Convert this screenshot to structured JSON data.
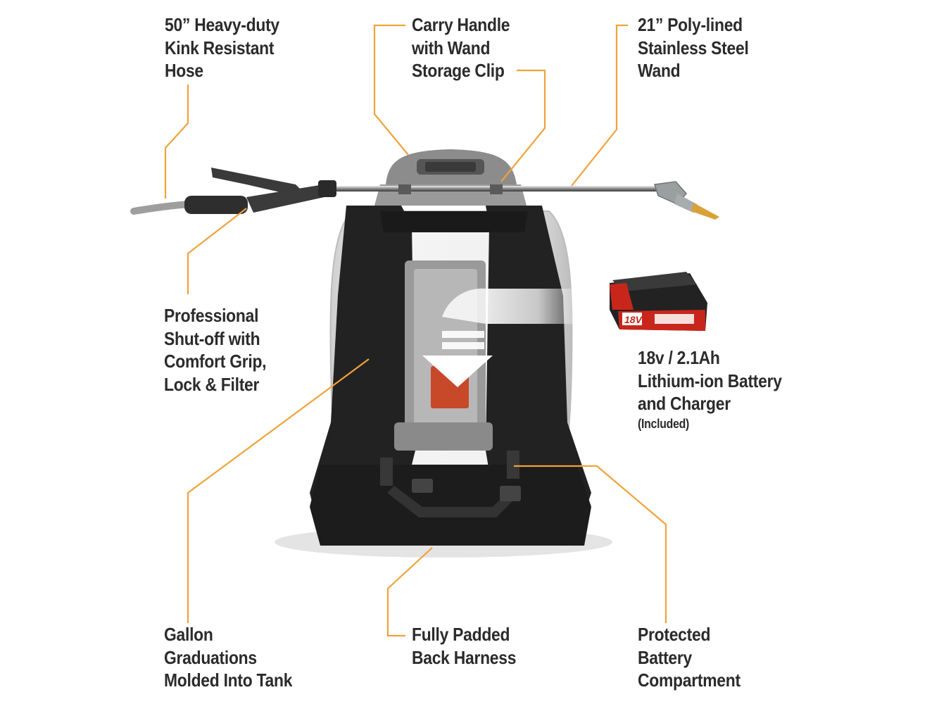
{
  "callouts": {
    "hose": [
      "50” Heavy-duty",
      "Kink Resistant",
      "Hose"
    ],
    "handle": [
      "Carry Handle",
      "with Wand",
      "Storage Clip"
    ],
    "wand": [
      "21” Poly-lined",
      "Stainless Steel",
      "Wand"
    ],
    "shutoff": [
      "Professional",
      "Shut-off with",
      "Comfort Grip,",
      "Lock & Filter"
    ],
    "battery": [
      "18v / 2.1Ah",
      "Lithium-ion Battery",
      "and Charger"
    ],
    "battery_note": "(Included)",
    "graduations": [
      "Gallon",
      "Graduations",
      "Molded Into Tank"
    ],
    "harness": [
      "Fully Padded",
      "Back Harness"
    ],
    "compartment": [
      "Protected",
      "Battery",
      "Compartment"
    ]
  },
  "battery_badge": "18V",
  "colors": {
    "leader_line": "#f0a23a",
    "text": "#2b2b2b",
    "battery_red": "#c8261b",
    "strap_black": "#1f1f1f",
    "tank_white": "#e9e9e9"
  }
}
